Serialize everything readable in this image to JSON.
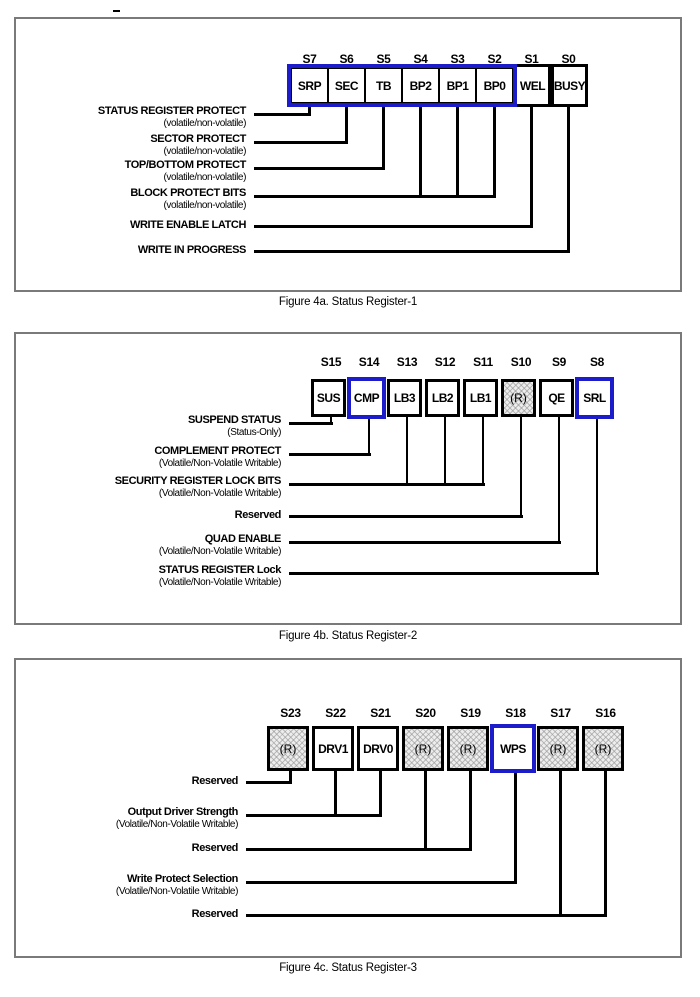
{
  "colors": {
    "highlight_blue": "#1c1ccb",
    "panel_border_gray": "#7a7a7a",
    "connector_black": "#000000",
    "reserved_fill_gray": "#ededed"
  },
  "stray_mark": "-",
  "figures": [
    {
      "caption": "Figure 4a. Status Register-1",
      "bits": [
        {
          "bit": "S7",
          "name": "SRP",
          "highlight": false,
          "reserved": false
        },
        {
          "bit": "S6",
          "name": "SEC",
          "highlight": false,
          "reserved": false
        },
        {
          "bit": "S5",
          "name": "TB",
          "highlight": false,
          "reserved": false
        },
        {
          "bit": "S4",
          "name": "BP2",
          "highlight": false,
          "reserved": false
        },
        {
          "bit": "S3",
          "name": "BP1",
          "highlight": false,
          "reserved": false
        },
        {
          "bit": "S2",
          "name": "BP0",
          "highlight": false,
          "reserved": false
        },
        {
          "bit": "S1",
          "name": "WEL",
          "highlight": false,
          "reserved": false
        },
        {
          "bit": "S0",
          "name": "BUSY",
          "highlight": false,
          "reserved": false
        }
      ],
      "group_highlight": {
        "from": 0,
        "to": 5
      },
      "labels": [
        {
          "text": "STATUS REGISTER PROTECT",
          "sub": "(volatile/non-volatile)",
          "connects": [
            0
          ]
        },
        {
          "text": "SECTOR PROTECT",
          "sub": "(volatile/non-volatile)",
          "connects": [
            1
          ]
        },
        {
          "text": "TOP/BOTTOM PROTECT",
          "sub": "(volatile/non-volatile)",
          "connects": [
            2
          ]
        },
        {
          "text": "BLOCK PROTECT BITS",
          "sub": "(volatile/non-volatile)",
          "connects": [
            3,
            4,
            5
          ]
        },
        {
          "text": "WRITE ENABLE LATCH",
          "sub": "",
          "connects": [
            6
          ]
        },
        {
          "text": "WRITE IN PROGRESS",
          "sub": "",
          "connects": [
            7
          ]
        }
      ]
    },
    {
      "caption": "Figure 4b. Status Register-2",
      "bits": [
        {
          "bit": "S15",
          "name": "SUS",
          "highlight": false,
          "reserved": false
        },
        {
          "bit": "S14",
          "name": "CMP",
          "highlight": true,
          "reserved": false
        },
        {
          "bit": "S13",
          "name": "LB3",
          "highlight": false,
          "reserved": false
        },
        {
          "bit": "S12",
          "name": "LB2",
          "highlight": false,
          "reserved": false
        },
        {
          "bit": "S11",
          "name": "LB1",
          "highlight": false,
          "reserved": false
        },
        {
          "bit": "S10",
          "name": "(R)",
          "highlight": false,
          "reserved": true
        },
        {
          "bit": "S9",
          "name": "QE",
          "highlight": false,
          "reserved": false
        },
        {
          "bit": "S8",
          "name": "SRL",
          "highlight": true,
          "reserved": false
        }
      ],
      "labels": [
        {
          "text": "SUSPEND STATUS",
          "sub": "(Status-Only)",
          "connects": [
            0
          ]
        },
        {
          "text": "COMPLEMENT PROTECT",
          "sub": "(Volatile/Non-Volatile Writable)",
          "connects": [
            1
          ]
        },
        {
          "text": "SECURITY REGISTER LOCK BITS",
          "sub": "(Volatile/Non-Volatile Writable)",
          "connects": [
            2,
            3,
            4
          ]
        },
        {
          "text": "Reserved",
          "sub": "",
          "connects": [
            5
          ]
        },
        {
          "text": "QUAD ENABLE",
          "sub": "(Volatile/Non-Volatile Writable)",
          "connects": [
            6
          ]
        },
        {
          "text": "STATUS REGISTER Lock",
          "sub": "(Volatile/Non-Volatile Writable)",
          "connects": [
            7
          ]
        }
      ]
    },
    {
      "caption": "Figure 4c. Status Register-3",
      "bits": [
        {
          "bit": "S23",
          "name": "(R)",
          "highlight": false,
          "reserved": true
        },
        {
          "bit": "S22",
          "name": "DRV1",
          "highlight": false,
          "reserved": false
        },
        {
          "bit": "S21",
          "name": "DRV0",
          "highlight": false,
          "reserved": false
        },
        {
          "bit": "S20",
          "name": "(R)",
          "highlight": false,
          "reserved": true
        },
        {
          "bit": "S19",
          "name": "(R)",
          "highlight": false,
          "reserved": true
        },
        {
          "bit": "S18",
          "name": "WPS",
          "highlight": true,
          "reserved": false
        },
        {
          "bit": "S17",
          "name": "(R)",
          "highlight": false,
          "reserved": true
        },
        {
          "bit": "S16",
          "name": "(R)",
          "highlight": false,
          "reserved": true
        }
      ],
      "labels": [
        {
          "text": "Reserved",
          "sub": "",
          "connects": [
            0
          ]
        },
        {
          "text": "Output Driver Strength",
          "sub": "(Volatile/Non-Volatile Writable)",
          "connects": [
            1,
            2
          ]
        },
        {
          "text": "Reserved",
          "sub": "",
          "connects": [
            3,
            4
          ]
        },
        {
          "text": "Write Protect Selection",
          "sub": "(Volatile/Non-Volatile Writable)",
          "connects": [
            5
          ]
        },
        {
          "text": "Reserved",
          "sub": "",
          "connects": [
            6,
            7
          ]
        }
      ]
    }
  ]
}
